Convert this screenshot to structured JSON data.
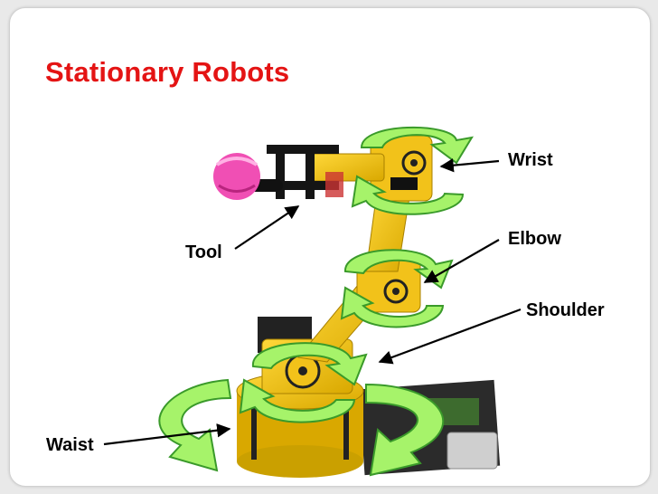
{
  "slide": {
    "title": "Stationary Robots",
    "labels": {
      "wrist": "Wrist",
      "elbow": "Elbow",
      "tool": "Tool",
      "shoulder": "Shoulder",
      "waist": "Waist"
    }
  },
  "colors": {
    "title": "#e41414",
    "arrow_fill": "#a6f36a",
    "arrow_stroke": "#3a9a2a",
    "robot_body": "#f2c21a",
    "robot_dark": "#1a1a1a",
    "ball": "#f04fb4"
  }
}
